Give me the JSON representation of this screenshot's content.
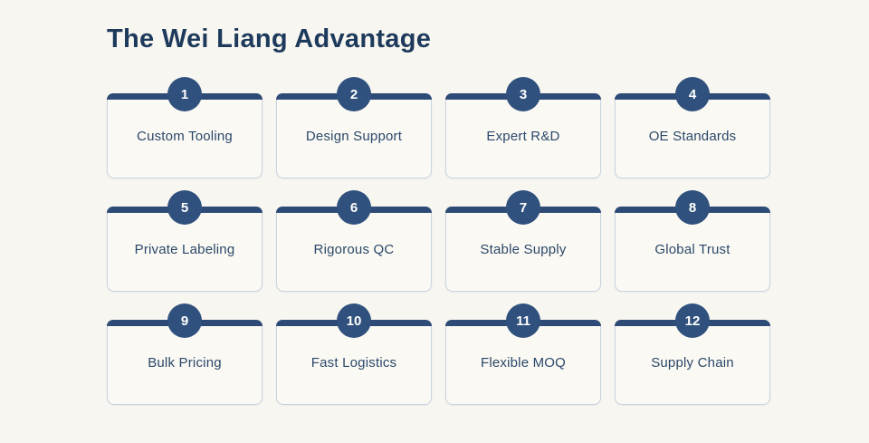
{
  "page": {
    "title": "The Wei Liang Advantage",
    "background_color": "#f8f6f0",
    "card_background_color": "#fbf9f4",
    "accent_color": "#2d4b76",
    "badge_color": "#30517d",
    "title_color": "#1d3a5c",
    "label_color": "#2a4869",
    "border_color": "#c9d3e0"
  },
  "cards": [
    {
      "number": "1",
      "label": "Custom Tooling"
    },
    {
      "number": "2",
      "label": "Design Support"
    },
    {
      "number": "3",
      "label": "Expert R&D"
    },
    {
      "number": "4",
      "label": "OE Standards"
    },
    {
      "number": "5",
      "label": "Private Labeling"
    },
    {
      "number": "6",
      "label": "Rigorous QC"
    },
    {
      "number": "7",
      "label": "Stable Supply"
    },
    {
      "number": "8",
      "label": "Global Trust"
    },
    {
      "number": "9",
      "label": "Bulk Pricing"
    },
    {
      "number": "10",
      "label": "Fast Logistics"
    },
    {
      "number": "11",
      "label": "Flexible MOQ"
    },
    {
      "number": "12",
      "label": "Supply Chain"
    }
  ]
}
